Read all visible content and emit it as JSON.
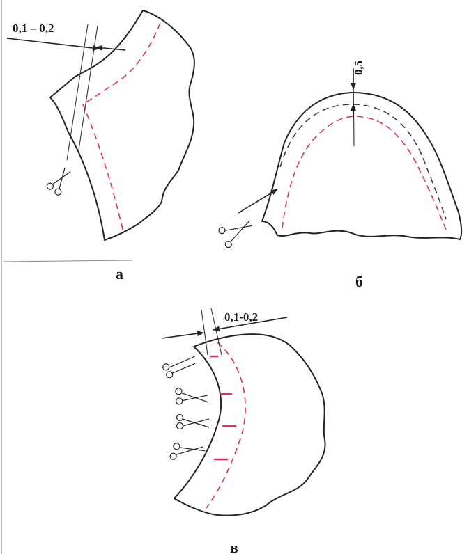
{
  "panels": {
    "a": {
      "label": "а",
      "dimension": "0,1 – 0,2"
    },
    "b": {
      "label": "б",
      "dimension": "0,5"
    },
    "c": {
      "label": "в",
      "dimension": "0,1-0,2"
    }
  },
  "colors": {
    "seam_red": "#e0305a",
    "outline": "#222222",
    "seam_dark": "#333333"
  },
  "icons": [
    "scissors-icon"
  ]
}
